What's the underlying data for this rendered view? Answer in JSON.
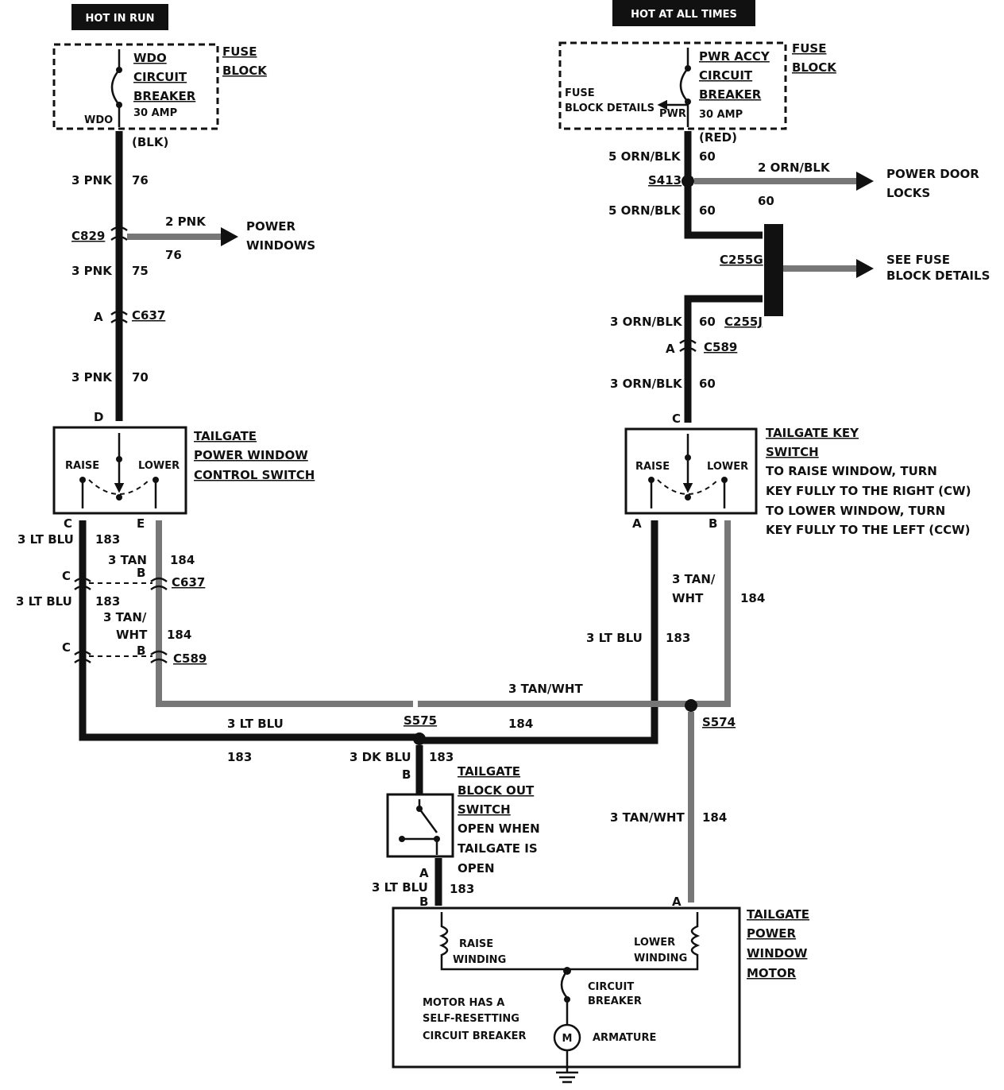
{
  "headers": {
    "hot_in_run": "HOT IN RUN",
    "hot_at_all_times": "HOT AT ALL TIMES"
  },
  "fuse_block_left": {
    "title_line1": "FUSE",
    "title_line2": "BLOCK",
    "breaker_line1": "WDO",
    "breaker_line2": "CIRCUIT",
    "breaker_line3": "BREAKER",
    "amp": "30 AMP",
    "terminal": "WDO",
    "wire_color": "(BLK)"
  },
  "fuse_block_right": {
    "title_line1": "FUSE",
    "title_line2": "BLOCK",
    "breaker_line1": "PWR ACCY",
    "breaker_line2": "CIRCUIT",
    "breaker_line3": "BREAKER",
    "amp": "30 AMP",
    "terminal": "PWR",
    "details_line1": "FUSE",
    "details_line2": "BLOCK DETAILS",
    "wire_color": "(RED)"
  },
  "left_circuit": {
    "w1_color": "3 PNK",
    "w1_num": "76",
    "c829": "C829",
    "pw_color": "2 PNK",
    "pw_num": "76",
    "pw_dest_line1": "POWER",
    "pw_dest_line2": "WINDOWS",
    "w2_color": "3 PNK",
    "w2_num": "75",
    "c637_pin": "A",
    "c637": "C637",
    "w3_color": "3 PNK",
    "w3_num": "70",
    "switch_pin_d": "D"
  },
  "left_switch": {
    "title_line1": "TAILGATE",
    "title_line2": "POWER WINDOW",
    "title_line3": "CONTROL SWITCH",
    "raise": "RAISE",
    "lower": "LOWER",
    "pin_c": "C",
    "pin_e": "E"
  },
  "left_lower_wires": {
    "lb1_color": "3 LT BLU",
    "lb1_num": "183",
    "tan1_color": "3 TAN",
    "tan1_num": "184",
    "c637_pin_c": "C",
    "c637_pin_b": "B",
    "c637": "C637",
    "lb2_color": "3 LT BLU",
    "lb2_num": "183",
    "tw_line1": "3 TAN/",
    "tw_line2": "WHT",
    "tw_num": "184",
    "c589_pin_c": "C",
    "c589_pin_b": "B",
    "c589": "C589"
  },
  "right_circuit": {
    "w1_color": "5 ORN/BLK",
    "w1_num": "60",
    "s413": "S413",
    "pdl_color": "2 ORN/BLK",
    "pdl_num": "60",
    "pdl_dest_line1": "POWER DOOR",
    "pdl_dest_line2": "LOCKS",
    "w2_color": "5 ORN/BLK",
    "w2_num": "60",
    "c255g": "C255G",
    "sfb_line1": "SEE FUSE",
    "sfb_line2": "BLOCK DETAILS",
    "w3_color": "3 ORN/BLK",
    "w3_num": "60",
    "c255j": "C255J",
    "c589_pin": "A",
    "c589": "C589",
    "w4_color": "3 ORN/BLK",
    "w4_num": "60",
    "switch_pin_c": "C"
  },
  "right_switch": {
    "title_line1": "TAILGATE KEY",
    "title_line2": "SWITCH",
    "note_line1": "TO RAISE WINDOW, TURN",
    "note_line2": "KEY FULLY TO THE RIGHT (CW)",
    "note_line3": "TO LOWER WINDOW, TURN",
    "note_line4": "KEY FULLY TO THE LEFT (CCW)",
    "raise": "RAISE",
    "lower": "LOWER",
    "pin_a": "A",
    "pin_b": "B"
  },
  "right_lower_wires": {
    "tw_line1": "3 TAN/",
    "tw_line2": "WHT",
    "tw_num": "184",
    "lb_color": "3 LT BLU",
    "lb_num": "183"
  },
  "center": {
    "tanwht_label": "3 TAN/WHT",
    "s575": "S575",
    "lb_color": "3 LT BLU",
    "lb_num1": "184",
    "lb_num2": "183",
    "s574": "S574",
    "dkblu_color": "3 DK BLU",
    "dkblu_num": "183",
    "pin_b": "B",
    "blockout_line1": "TAILGATE",
    "blockout_line2": "BLOCK OUT",
    "blockout_line3": "SWITCH",
    "blockout_line4": "OPEN WHEN",
    "blockout_line5": "TAILGATE IS",
    "blockout_line6": "OPEN",
    "pin_a": "A",
    "lb2_color": "3 LT BLU",
    "lb2_num": "183",
    "pin_b2": "B",
    "tw2_color": "3 TAN/WHT",
    "tw2_num": "184",
    "motor_pin_a": "A"
  },
  "motor": {
    "title_line1": "TAILGATE",
    "title_line2": "POWER",
    "title_line3": "WINDOW",
    "title_line4": "MOTOR",
    "raise_line1": "RAISE",
    "raise_line2": "WINDING",
    "lower_line1": "LOWER",
    "lower_line2": "WINDING",
    "cb_line1": "CIRCUIT",
    "cb_line2": "BREAKER",
    "note_line1": "MOTOR HAS A",
    "note_line2": "SELF-RESETTING",
    "note_line3": "CIRCUIT BREAKER",
    "armature": "ARMATURE",
    "m": "M"
  }
}
